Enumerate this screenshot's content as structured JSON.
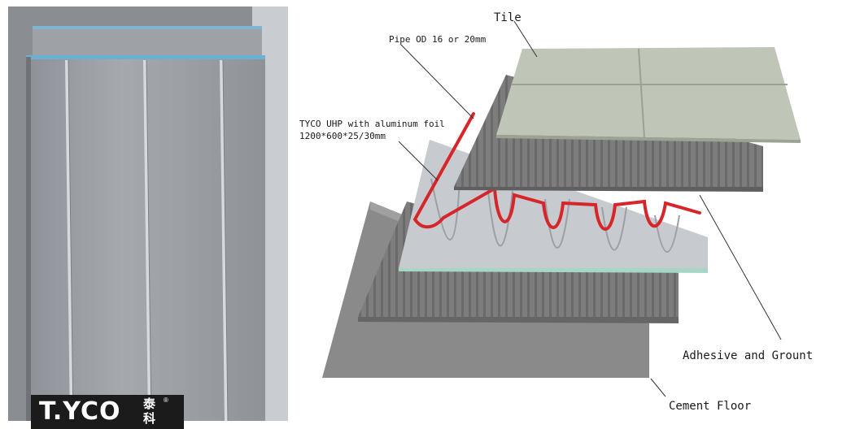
{
  "brand": {
    "logo_text": "T.YCO",
    "logo_cn": "泰科",
    "logo_reg": "®"
  },
  "labels": {
    "tile": "Tile",
    "pipe": "Pipe OD 16 or 20mm",
    "board_line1": "TYCO UHP with aluminum foil",
    "board_line2": "1200*600*25/30mm",
    "adhesive": "Adhesive and Grount",
    "cement": "Cement Floor"
  },
  "colors": {
    "tile": "#bfc6b8",
    "mortar": "#7a7a7a",
    "foil": "#c7cbd0",
    "board_edge": "#a7d6c4",
    "pipe": "#d6262a",
    "cement": "#8a8a8a"
  }
}
